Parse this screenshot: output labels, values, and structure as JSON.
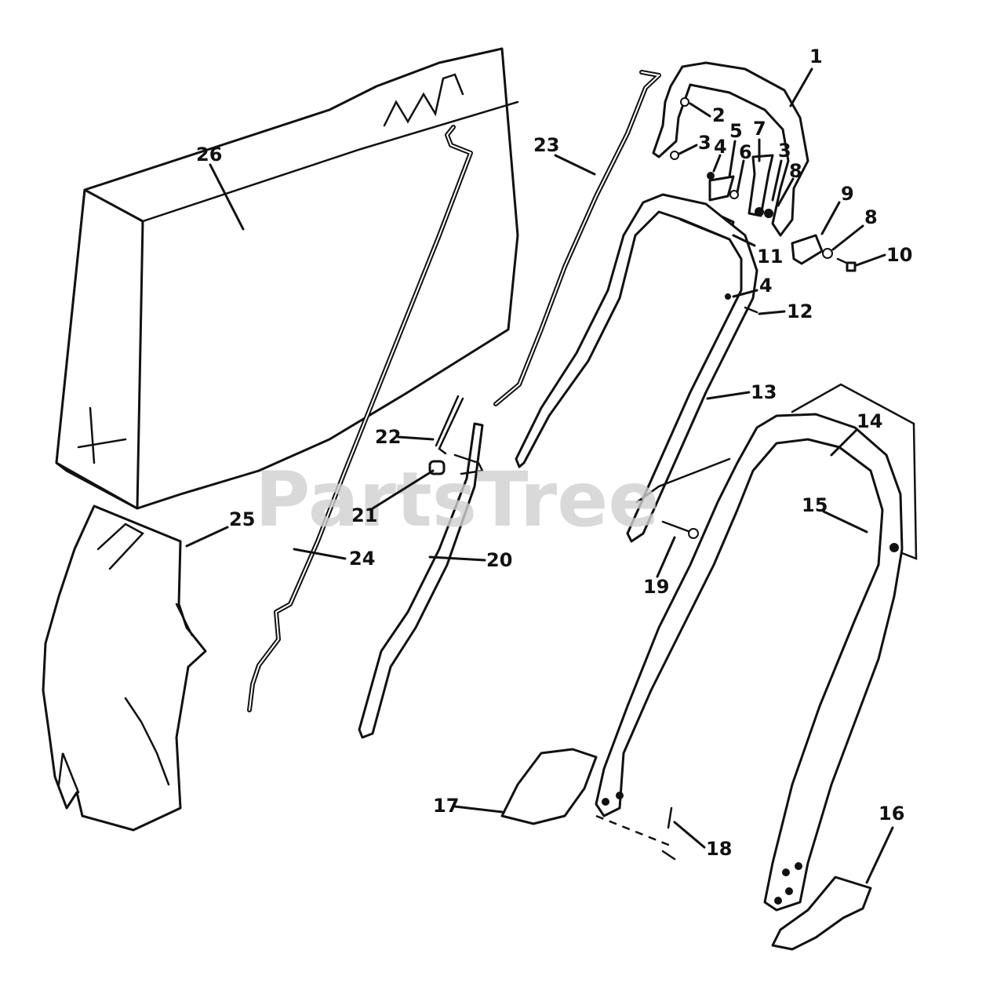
{
  "watermark": "PartsTree",
  "callouts": {
    "c1": "1",
    "c2": "2",
    "c3a": "3",
    "c3b": "3",
    "c4a": "4",
    "c4b": "4",
    "c5": "5",
    "c6": "6",
    "c7": "7",
    "c8a": "8",
    "c8b": "8",
    "c9": "9",
    "c10": "10",
    "c11": "11",
    "c12": "12",
    "c13": "13",
    "c14": "14",
    "c15": "15",
    "c16": "16",
    "c17": "17",
    "c18": "18",
    "c19": "19",
    "c20": "20",
    "c21": "21",
    "c22": "22",
    "c23": "23",
    "c24": "24",
    "c25": "25",
    "c26": "26"
  },
  "colors": {
    "ink": "#111111",
    "paper": "#ffffff",
    "watermark": "#cfcfcf"
  }
}
